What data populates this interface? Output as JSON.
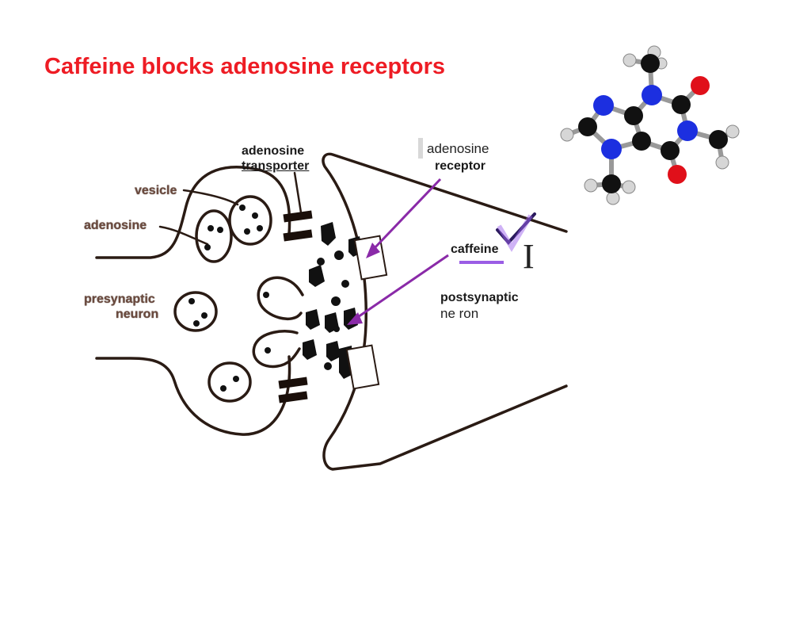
{
  "title": "Caffeine blocks adenosine receptors",
  "labels": {
    "adenosine_transporter_line1": "adenosine",
    "adenosine_transporter_line2": "transporter",
    "vesicle": "vesicle",
    "adenosine": "adenosine",
    "presynaptic_line1": "presynaptic",
    "presynaptic_line2": "neuron",
    "adenosine_receptor_line1": "adenosine",
    "adenosine_receptor_line2": "receptor",
    "caffeine": "caffeine",
    "postsynaptic_line1": "postsynaptic",
    "postsynaptic_line2": "ne ron"
  },
  "cursor_glyph": "I",
  "colors": {
    "title": "#ee1c24",
    "annotation": "#8a2aa8",
    "highlight": "#9b5de5",
    "outline": "#2a1b14",
    "nitrogen": "#1c2fe0",
    "oxygen": "#e0101a",
    "carbon": "#111111",
    "hydrogen": "#dddddd"
  },
  "molecule": "caffeine-molecule"
}
